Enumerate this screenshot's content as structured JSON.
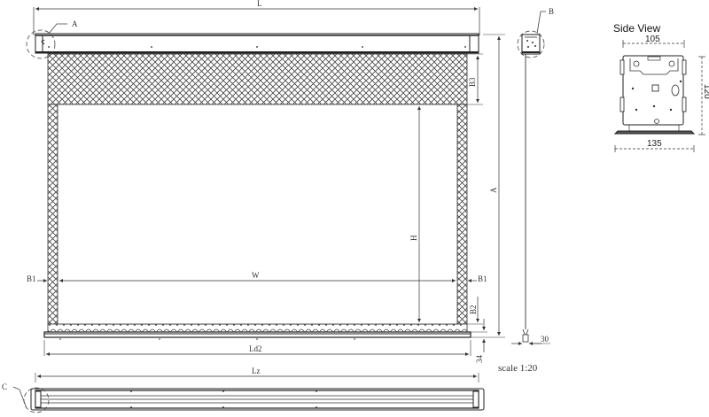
{
  "drawing": {
    "labels": {
      "overall_length": "L",
      "detail_a": "A",
      "detail_b": "B",
      "detail_c": "C",
      "black_top_border": "B3",
      "overall_height": "A",
      "viewable_height": "H",
      "viewable_width": "W",
      "side_border_left": "B1",
      "side_border_right": "B1",
      "bottom_border": "B2",
      "bottom_bar_length": "Ld2",
      "bottom_bar_height": "34",
      "pull_width": "30",
      "case_length": "Lz"
    },
    "scale": "scale  1:20"
  },
  "side_view": {
    "title": "Side View",
    "dims": {
      "top_width": "105",
      "bottom_width": "135",
      "height": "120"
    }
  },
  "colors": {
    "line": "#333333",
    "hatch": "#555555",
    "background": "#ffffff"
  }
}
